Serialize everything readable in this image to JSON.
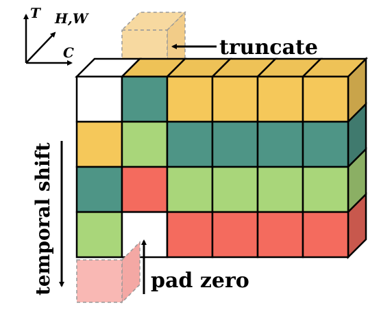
{
  "colors": {
    "yellow": "#F5C85A",
    "teal": "#4E9586",
    "green": "#A9D67A",
    "red": "#F46B5E",
    "white": "#FFFFFF",
    "truncated": "#F7D9A0",
    "padded": "#F9B8B4"
  },
  "axes": {
    "t": "T",
    "hw": "H,W",
    "c": "C"
  },
  "labels": {
    "truncate": "truncate",
    "pad_zero": "pad zero",
    "temporal_shift": "temporal shift"
  },
  "grid": {
    "rows": [
      [
        "white",
        "teal",
        "yellow",
        "yellow",
        "yellow",
        "yellow"
      ],
      [
        "yellow",
        "green",
        "teal",
        "teal",
        "teal",
        "teal"
      ],
      [
        "teal",
        "red",
        "green",
        "green",
        "green",
        "green"
      ],
      [
        "green",
        "white",
        "red",
        "red",
        "red",
        "red"
      ]
    ],
    "top_row": [
      "white",
      "yellow",
      "yellow",
      "yellow",
      "yellow",
      "yellow"
    ],
    "right_column": [
      "yellow",
      "teal",
      "green",
      "red"
    ]
  }
}
